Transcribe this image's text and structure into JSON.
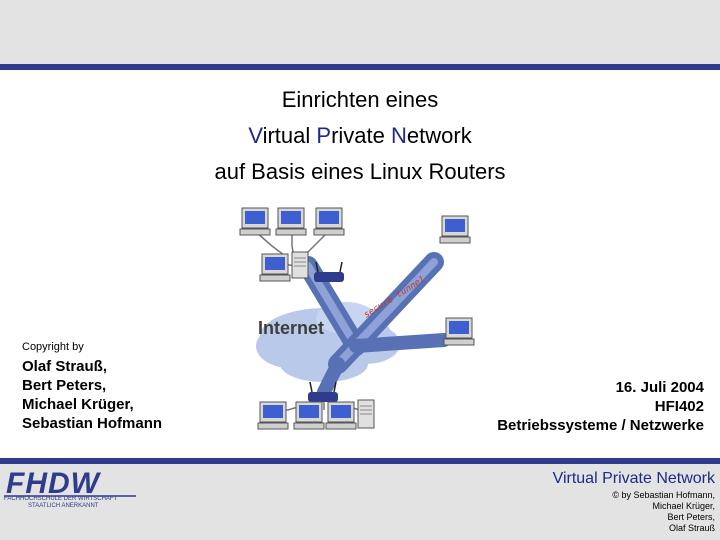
{
  "title": {
    "line1": "Einrichten eines",
    "line2_v": "V",
    "line2_a": "irtual ",
    "line2_p": "P",
    "line2_b": "rivate ",
    "line2_n": "N",
    "line2_c": "etwork",
    "line3": "auf Basis eines Linux Routers"
  },
  "copyright_label": "Copyright by",
  "authors": [
    "Olaf Strauß,",
    "Bert Peters,",
    "Michael Krüger,",
    "Sebastian Hofmann"
  ],
  "details": [
    "16. Juli 2004",
    "HFI402",
    "Betriebssysteme / Netzwerke"
  ],
  "diagram": {
    "internet_label": "Internet",
    "tunnel_label": "secure tunnel"
  },
  "logo": {
    "text": "FHDW",
    "subtitle_line1": "FACHHOCHSCHULE DER WIRTSCHAFT",
    "subtitle_line2": "STAATLICH ANERKANNT"
  },
  "footer": {
    "title": "Virtual Private Network",
    "credit": [
      "© by Sebastian Hofmann,",
      "Michael Krüger,",
      "Bert Peters,",
      "Olaf Strauß"
    ]
  },
  "colors": {
    "accent": "#2f3b8c",
    "title_accent": "#1d2a8a",
    "band": "#e3e3e3",
    "cloud": "#b9c9ea",
    "pipe": "#6d86c6"
  }
}
